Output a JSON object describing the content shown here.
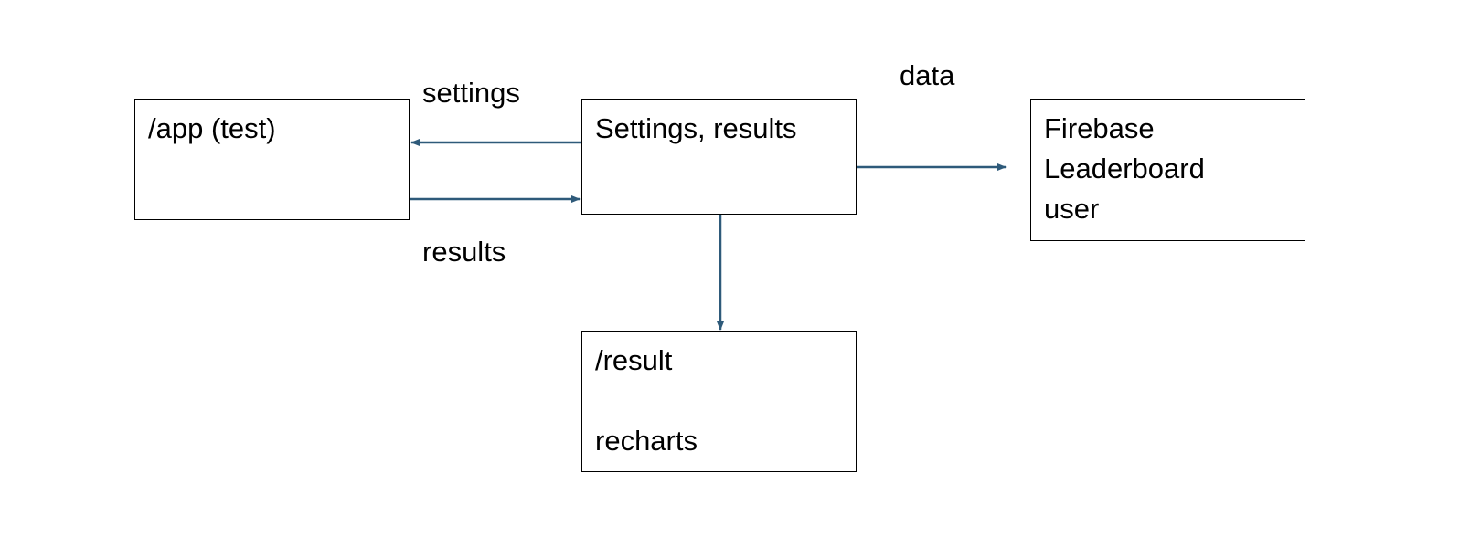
{
  "nodes": {
    "app": {
      "line1": "/app (test)"
    },
    "store": {
      "line1": "Settings, results"
    },
    "firebase": {
      "line1": "Firebase",
      "line2": "Leaderboard",
      "line3": "user"
    },
    "result": {
      "line1": "/result",
      "line2": "recharts"
    }
  },
  "edges": {
    "settings": {
      "label": "settings"
    },
    "results": {
      "label": "results"
    },
    "data": {
      "label": "data"
    }
  },
  "colors": {
    "arrow": "#2e5a7a",
    "border": "#000000"
  }
}
